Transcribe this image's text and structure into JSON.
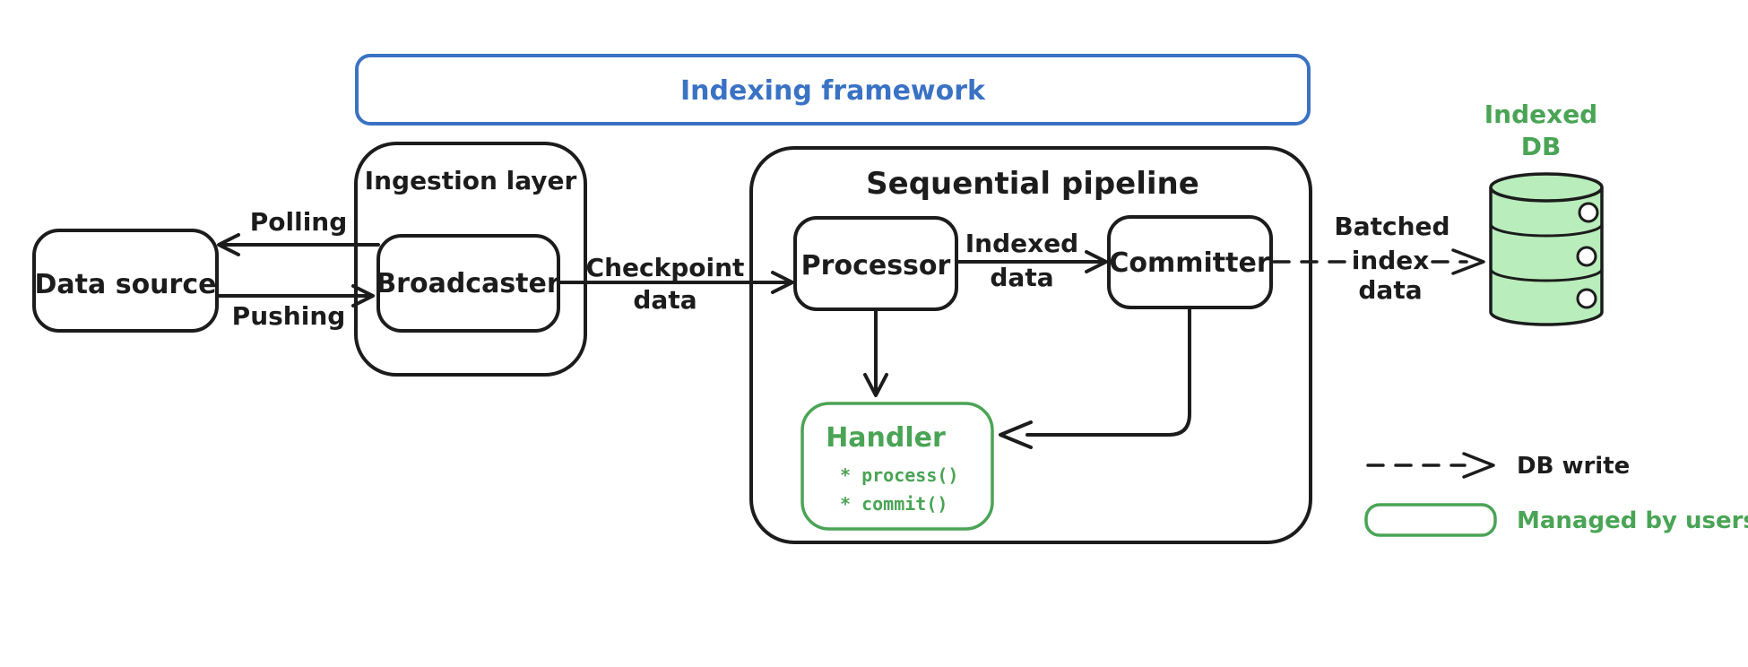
{
  "diagram": {
    "title": "Indexing framework",
    "colors": {
      "ink": "#1c1c1c",
      "frame_blue": "#3a72c4",
      "accent_green": "#4aa455",
      "db_fill_green": "#b9edbc",
      "background": "#ffffff"
    },
    "nodes": {
      "data_source": {
        "label": "Data source"
      },
      "ingestion_layer": {
        "label": "Ingestion layer"
      },
      "broadcaster": {
        "label": "Broadcaster"
      },
      "sequential_pipeline": {
        "label": "Sequential pipeline"
      },
      "processor": {
        "label": "Processor"
      },
      "committer": {
        "label": "Committer"
      },
      "handler": {
        "label": "Handler",
        "methods": [
          "* process()",
          "* commit()"
        ]
      },
      "indexed_db": {
        "label_lines": [
          "Indexed",
          "DB"
        ]
      }
    },
    "edges": {
      "polling": {
        "label": "Polling"
      },
      "pushing": {
        "label": "Pushing"
      },
      "checkpoint_data": {
        "label_lines": [
          "Checkpoint",
          "data"
        ]
      },
      "indexed_data": {
        "label_lines": [
          "Indexed",
          "data"
        ]
      },
      "batched_index_data": {
        "label_lines": [
          "Batched",
          "index",
          "data"
        ]
      }
    },
    "legend": {
      "db_write": {
        "label": "DB write"
      },
      "managed_by_users": {
        "label": "Managed by users"
      }
    }
  }
}
